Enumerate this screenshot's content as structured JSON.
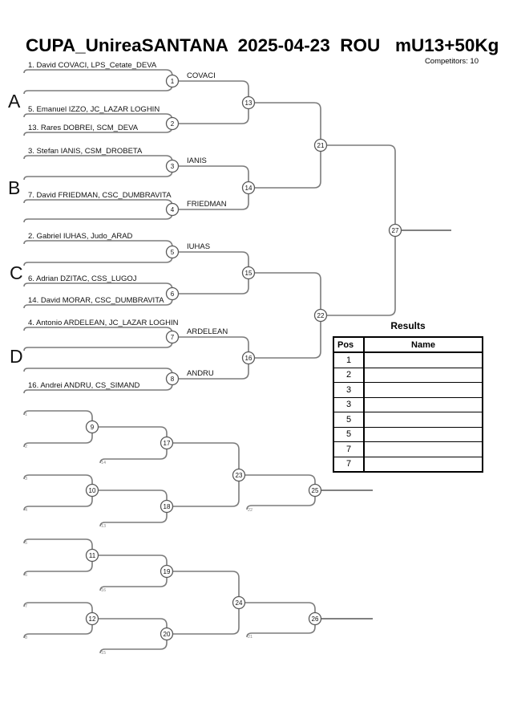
{
  "header": {
    "title": "CUPA_UnireaSANTANA  2025-04-23  ROU   mU13+50Kg",
    "competitors": "Competitors: 10"
  },
  "groups": [
    "A",
    "B",
    "C",
    "D"
  ],
  "entries": {
    "a1": "1. David COVACI, LPS_Cetate_DEVA",
    "a2": "5. Emanuel IZZO, JC_LAZAR LOGHIN",
    "a3": "13. Rares DOBREI, SCM_DEVA",
    "b1": "3. Stefan IANIS, CSM_DROBETA",
    "b2": "7. David FRIEDMAN, CSC_DUMBRAVITA",
    "c1": "2. Gabriel IUHAS, Judo_ARAD",
    "c2": "6. Adrian DZITAC, CSS_LUGOJ",
    "c3": "14. David MORAR, CSC_DUMBRAVITA",
    "d1": "4. Antonio ARDELEAN, JC_LAZAR LOGHIN",
    "d2": "16. Andrei ANDRU, CS_SIMAND"
  },
  "winners": {
    "m1": "COVACI",
    "m3": "IANIS",
    "m4": "FRIEDMAN",
    "m5": "IUHAS",
    "m7": "ARDELEAN",
    "m8": "ANDRU"
  },
  "matches": {
    "m1": "1",
    "m2": "2",
    "m3": "3",
    "m4": "4",
    "m5": "5",
    "m6": "6",
    "m7": "7",
    "m8": "8",
    "m9": "9",
    "m10": "10",
    "m11": "11",
    "m12": "12",
    "m13": "13",
    "m14": "14",
    "m15": "15",
    "m16": "16",
    "m17": "17",
    "m18": "18",
    "m19": "19",
    "m20": "20",
    "m21": "21",
    "m22": "22",
    "m23": "23",
    "m24": "24",
    "m25": "25",
    "m26": "26",
    "m27": "27"
  },
  "refs": {
    "n1": "1",
    "n2": "2",
    "n3": "3",
    "n4": "4",
    "n5": "5",
    "n6": "6",
    "n7": "7",
    "n8": "8",
    "n13": "13",
    "n14": "14",
    "n15": "15",
    "n16": "16",
    "n21": "21",
    "n22": "22"
  },
  "results": {
    "heading": "Results",
    "col_pos": "Pos",
    "col_name": "Name",
    "rows": [
      {
        "pos": "1",
        "name": ""
      },
      {
        "pos": "2",
        "name": ""
      },
      {
        "pos": "3",
        "name": ""
      },
      {
        "pos": "3",
        "name": ""
      },
      {
        "pos": "5",
        "name": ""
      },
      {
        "pos": "5",
        "name": ""
      },
      {
        "pos": "7",
        "name": ""
      },
      {
        "pos": "7",
        "name": ""
      }
    ]
  },
  "colors": {
    "bracket_line": "#7b7b7b",
    "circle_stroke": "#5a5a5a",
    "final_line": "#000000",
    "ref_label": "#8a8a8a",
    "text": "#000000"
  }
}
